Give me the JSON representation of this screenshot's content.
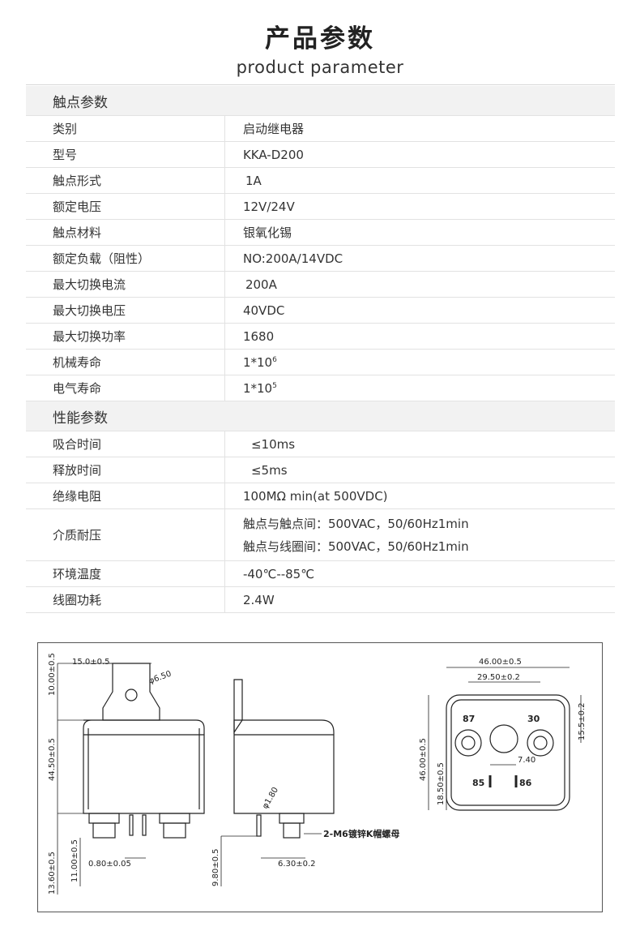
{
  "header": {
    "title": "产品参数",
    "subtitle": "product  parameter"
  },
  "contact_section": {
    "title": "触点参数"
  },
  "contact_rows": [
    {
      "label": "类别",
      "value": "启动继电器"
    },
    {
      "label": "型号",
      "value": "KKA-D200"
    },
    {
      "label": "触点形式",
      "value": "1A"
    },
    {
      "label": "额定电压",
      "value": "12V/24V"
    },
    {
      "label": "触点材料",
      "value": "银氧化锡"
    },
    {
      "label": "额定负载（阻性）",
      "value": "NO:200A/14VDC"
    },
    {
      "label": "最大切换电流",
      "value": "200A"
    },
    {
      "label": "最大切换电压",
      "value": "40VDC"
    },
    {
      "label": "最大切换功率",
      "value": "1680"
    },
    {
      "label": "机械寿命",
      "value": "1*10",
      "exp": "6"
    },
    {
      "label": "电气寿命",
      "value": "1*10",
      "exp": "5"
    }
  ],
  "performance_section": {
    "title": "性能参数"
  },
  "performance_rows": [
    {
      "label": "吸合时间",
      "value": "≤10ms"
    },
    {
      "label": "释放时间",
      "value": "≤5ms"
    },
    {
      "label": "绝缘电阻",
      "value": "100MΩ min(at 500VDC)"
    },
    {
      "label": "介质耐压",
      "value_line1": "触点与触点间：500VAC，50/60Hz1min",
      "value_line2": "触点与线圈间：500VAC，50/60Hz1min"
    },
    {
      "label": "环境温度",
      "value": "-40℃--85℃"
    },
    {
      "label": "线圈功耗",
      "value": "2.4W"
    }
  ],
  "drawing": {
    "dims": {
      "top_width": "15.0±0.5",
      "hole": "φ6.50",
      "bracket_h": "10.00±0.5",
      "body_h": "44.50±0.5",
      "total_h": "13.60±0.5",
      "stud_h": "11.00±0.5",
      "pin_w": "0.80±0.05",
      "side_pin": "φ1.80",
      "side_h": "9.80±0.5",
      "side_w": "6.30±0.2",
      "nut_note": "2-M6镀锌K帽螺母",
      "width": "46.00±0.5",
      "pitch": "29.50±0.2",
      "height": "46.00±0.5",
      "pin_y": "18.50±0.5",
      "stud_y": "15.5±0.2",
      "coil_pitch": "7.40"
    },
    "terminals": {
      "t87": "87",
      "t30": "30",
      "t85": "85",
      "t86": "86"
    }
  }
}
